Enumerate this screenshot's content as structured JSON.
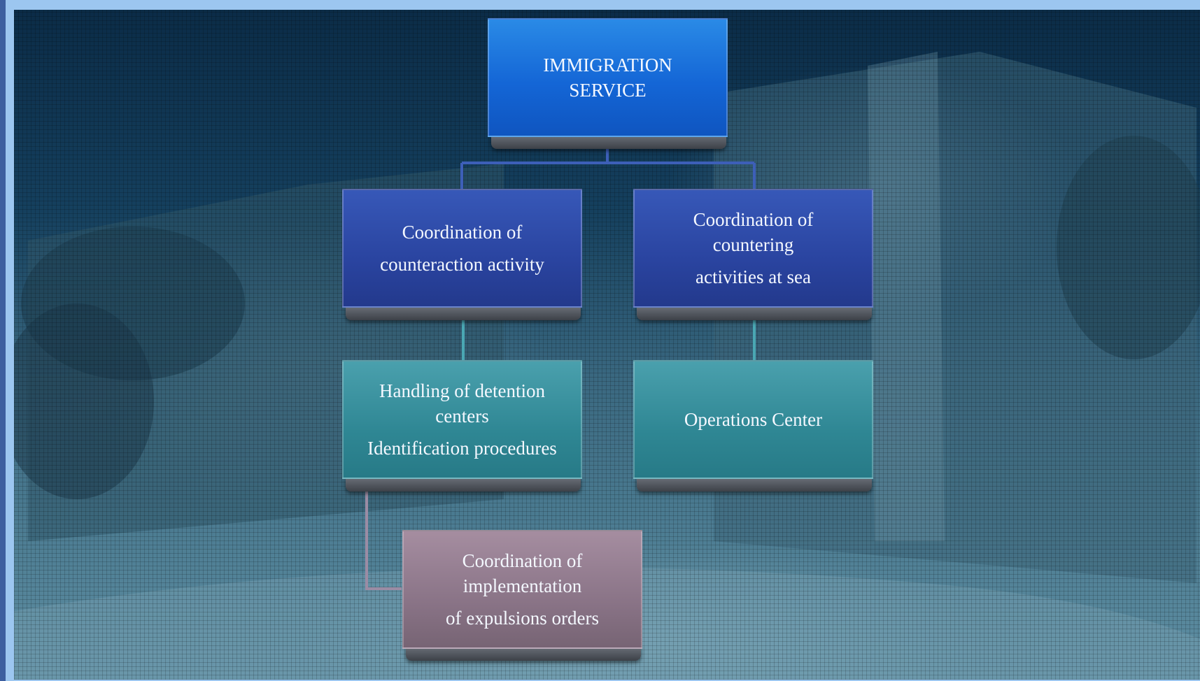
{
  "diagram": {
    "root": {
      "lines": [
        "IMMIGRATION",
        "SERVICE"
      ]
    },
    "left_branch": {
      "lines": [
        "Coordination of",
        "counteraction activity"
      ]
    },
    "right_branch": {
      "lines": [
        "Coordination of",
        "countering",
        "activities at sea"
      ]
    },
    "left_child": {
      "lines": [
        "Handling of detention",
        "centers",
        "Identification procedures"
      ]
    },
    "right_child": {
      "lines": [
        "Operations Center"
      ]
    },
    "bottom_child": {
      "lines": [
        "Coordination of",
        "implementation",
        "of expulsions orders"
      ]
    }
  },
  "colors": {
    "root": "#1466d6",
    "branch": "#2a44a0",
    "detail": "#2f8794",
    "expulsion": "#8a7487",
    "connector": "#3d5fb8"
  }
}
